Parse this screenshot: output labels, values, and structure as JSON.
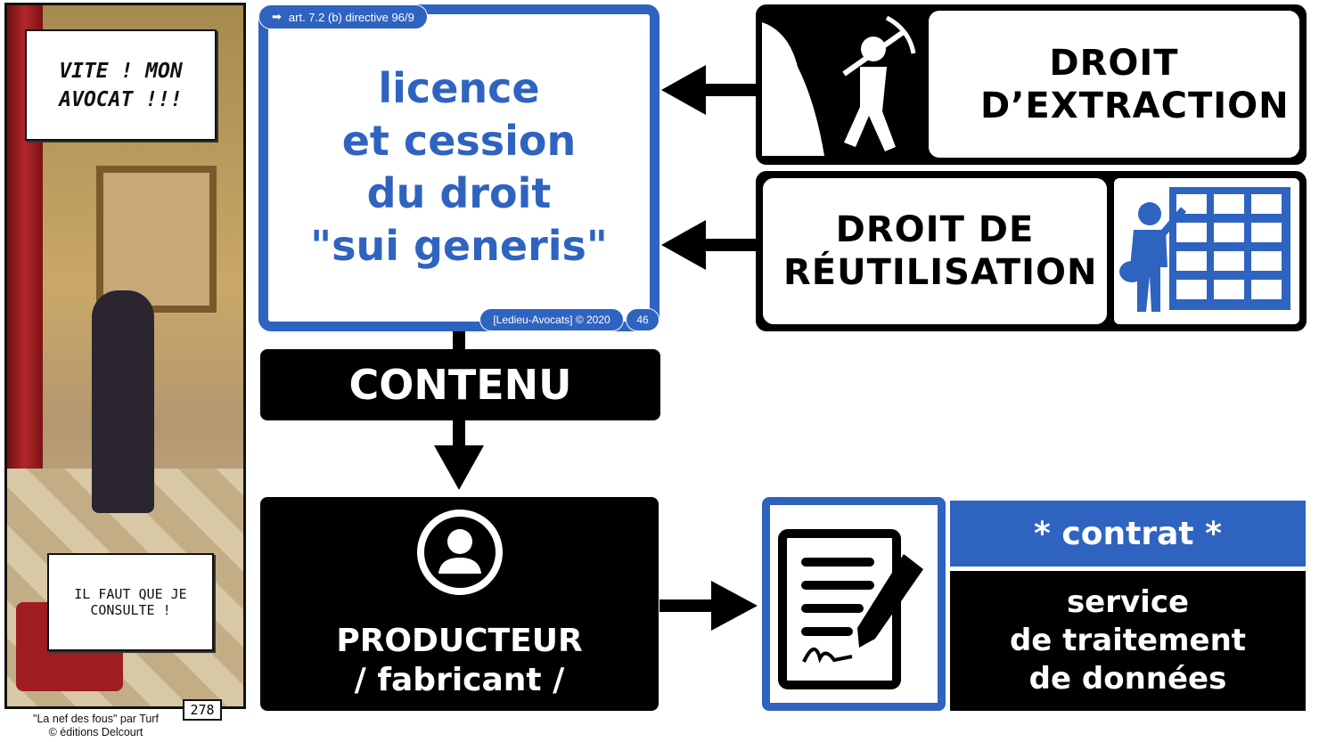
{
  "comic": {
    "bubble_top": "VITE ! MON AVOCAT !!!",
    "bubble_bottom": "IL FAUT QUE JE CONSULTE !",
    "page_number": "278",
    "credit_line1": "\"La nef des fous\" par Turf",
    "credit_line2": "© éditions Delcourt"
  },
  "slide": {
    "tab_label": "art. 7.2 (b) directive 96/9",
    "main_title_lines": [
      "licence",
      "et cession",
      "du droit",
      "\"sui generis\""
    ],
    "footer_credit": "[Ledieu-Avocats] © 2020",
    "slide_number": "46",
    "accent_color": "#2f63c0"
  },
  "rights": {
    "extraction": "DROIT D’EXTRACTION",
    "extraction_icon": "miner-icon",
    "reuse": "DROIT DE RÉUTILISATION",
    "reuse_icon": "mail-sorter-icon"
  },
  "flow": {
    "contenu": "CONTENU",
    "producteur_line1": "PRODUCTEUR",
    "producteur_line2": "/ fabricant /",
    "contrat": "* contrat *",
    "service_lines": [
      "service",
      "de traitement",
      "de données"
    ]
  }
}
